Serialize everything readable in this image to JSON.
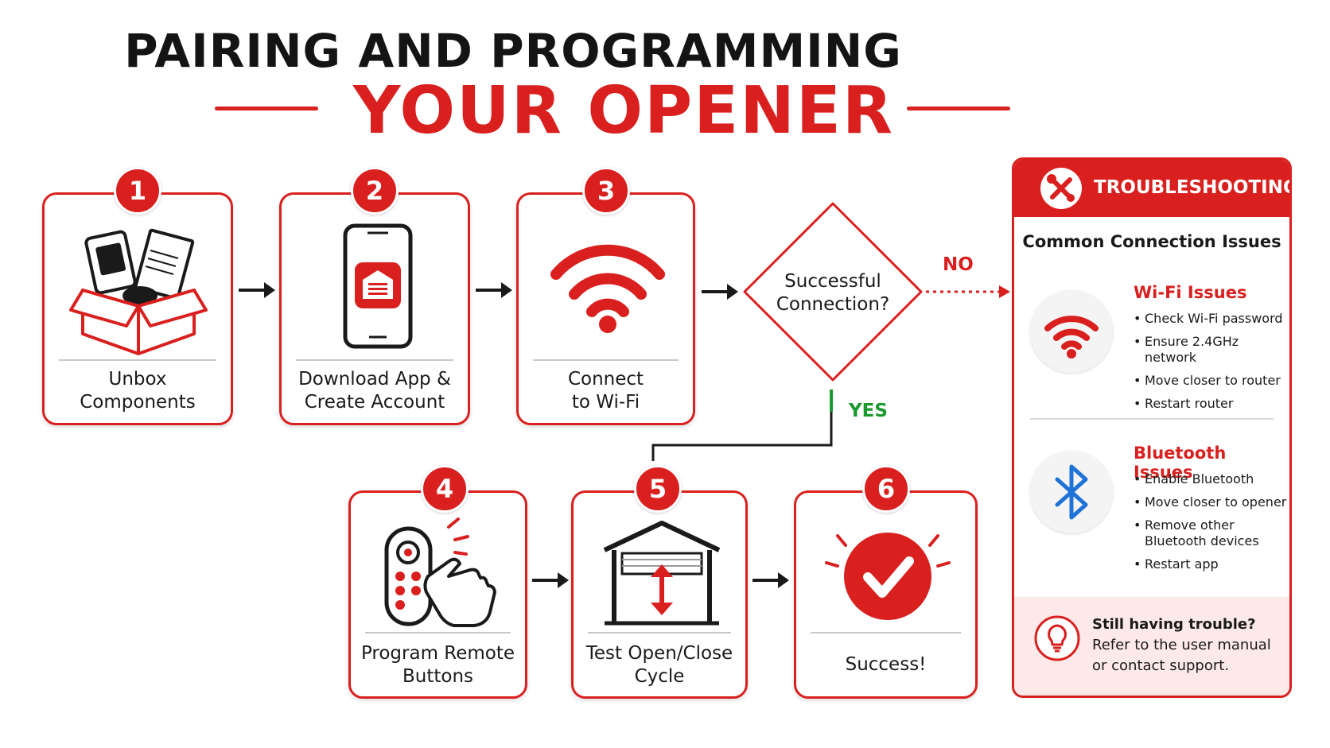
{
  "title": {
    "line1": "PAIRING AND PROGRAMMING",
    "line2": "YOUR OPENER"
  },
  "steps": [
    {
      "number": "1",
      "label_line1": "Unbox",
      "label_line2": "Components",
      "icon": "box-icon"
    },
    {
      "number": "2",
      "label_line1": "Download App &",
      "label_line2": "Create Account",
      "icon": "smartphone-app-icon"
    },
    {
      "number": "3",
      "label_line1": "Connect",
      "label_line2": "to Wi-Fi",
      "icon": "wifi-icon"
    },
    {
      "number": "4",
      "label_line1": "Program Remote",
      "label_line2": "Buttons",
      "icon": "remote-press-icon"
    },
    {
      "number": "5",
      "label_line1": "Test Open/Close",
      "label_line2": "Cycle",
      "icon": "garage-door-icon"
    },
    {
      "number": "6",
      "label_line1": "Success!",
      "icon": "checkmark-icon"
    }
  ],
  "decision": {
    "line1": "Successful",
    "line2": "Connection?",
    "no_label": "NO",
    "yes_label": "YES"
  },
  "troubleshooting": {
    "title": "TROUBLESHOOTING",
    "subtitle": "Common Connection Issues",
    "wifi": {
      "title": "Wi-Fi Issues",
      "items": [
        "Check Wi-Fi password",
        "Ensure 2.4GHz network",
        "Move closer to router",
        "Restart router"
      ]
    },
    "bluetooth": {
      "title": "Bluetooth Issues",
      "items": [
        "Enable Bluetooth",
        "Move closer to opener",
        "Remove other",
        "Bluetooth devices",
        "Restart app"
      ]
    },
    "footer": {
      "heading": "Still having trouble?",
      "line1": "Refer to the user manual",
      "line2": "or contact support."
    }
  },
  "colors": {
    "accent": "#d9201e",
    "yes": "#1a9a2e",
    "bluetooth": "#1e73d9"
  }
}
